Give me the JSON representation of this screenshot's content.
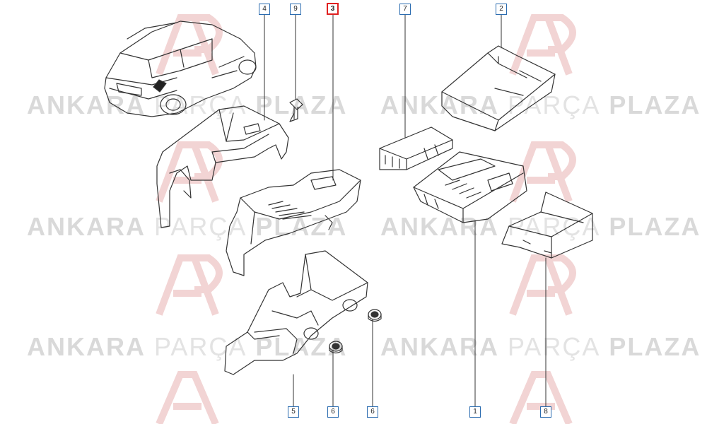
{
  "watermark": {
    "word1": "ANKARA",
    "word2": "PARÇA",
    "word3": "PLAZA"
  },
  "callouts": [
    {
      "id": "c4",
      "label": "4",
      "active": false
    },
    {
      "id": "c9",
      "label": "9",
      "active": false
    },
    {
      "id": "c3",
      "label": "3",
      "active": true
    },
    {
      "id": "c7",
      "label": "7",
      "active": false
    },
    {
      "id": "c2",
      "label": "2",
      "active": false
    },
    {
      "id": "c5",
      "label": "5",
      "active": false
    },
    {
      "id": "c6a",
      "label": "6",
      "active": false
    },
    {
      "id": "c6b",
      "label": "6",
      "active": false
    },
    {
      "id": "c1",
      "label": "1",
      "active": false
    },
    {
      "id": "c8",
      "label": "8",
      "active": false
    }
  ],
  "colors": {
    "line": "#333333",
    "callout_border": "#2b6cb0",
    "highlight": "#e02020",
    "watermark": "#d9d9d9"
  }
}
